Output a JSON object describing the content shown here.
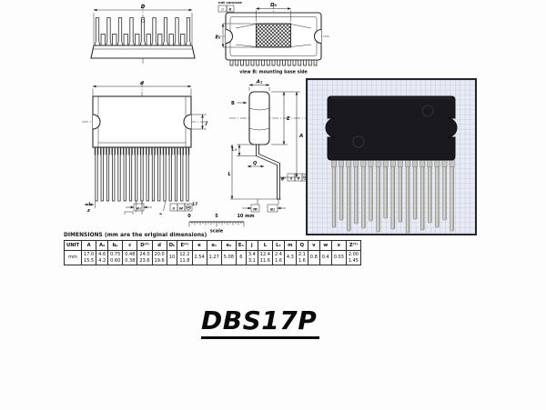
{
  "part": {
    "label": "DBS17P"
  },
  "pins": {
    "count": 17
  },
  "colors": {
    "line": "#2b2b2b",
    "paper": "#e8ebf3",
    "grid_line": "#a9b5d4",
    "ic_body": "#1a1a1e",
    "pin_light": "#e0e0d8",
    "pin_dark": "#8e8e86"
  },
  "views": {
    "top": {
      "dim_d": "D"
    },
    "mounting_base": {
      "note": "not concave",
      "flatness_symbol": "▱",
      "flatness_value": "x",
      "dim_dh": "Dₕ",
      "dim_eh": "Eₕ",
      "caption": "view B: mounting base side"
    },
    "front": {
      "dim_d": "d",
      "dim_j": "j",
      "pin_first": "1",
      "pin_last": "17",
      "dim_z": "z",
      "dim_e1": "e₁",
      "dim_e": "e",
      "dim_bp": "bₚ",
      "tol_symbol": "⌀",
      "tol_value": "w",
      "tol_modifier": "M"
    },
    "side": {
      "dim_a2": "A₂",
      "label_b": "B",
      "dim_e_body": "E",
      "dim_a": "A",
      "dim_l3": "L₃",
      "dim_l": "L",
      "dim_q": "Q",
      "dim_c": "c",
      "tol_symbol": "⌀",
      "tol_value": "v",
      "tol_modifier": "M",
      "dim_m": "m",
      "dim_e2": "e₂"
    },
    "scale": {
      "tick_0": "0",
      "tick_5": "5",
      "tick_10": "10 mm",
      "label": "scale"
    }
  },
  "table": {
    "title": "DIMENSIONS (mm are the original dimensions)",
    "headers": [
      "UNIT",
      "A",
      "A₂",
      "bₚ",
      "c",
      "D⁽¹⁾",
      "d",
      "Dₕ",
      "E⁽¹⁾",
      "e",
      "e₁",
      "e₂",
      "Eₕ",
      "j",
      "L",
      "L₃",
      "m",
      "Q",
      "v",
      "w",
      "x",
      "Z⁽¹⁾"
    ],
    "row": [
      "mm",
      "17.0\n15.5",
      "4.6\n4.2",
      "0.75\n0.60",
      "0.48\n0.38",
      "24.0\n23.6",
      "20.0\n19.6",
      "10",
      "12.2\n11.8",
      "2.54",
      "1.27",
      "5.08",
      "6",
      "3.4\n3.1",
      "12.4\n11.6",
      "2.4\n1.6",
      "4.3",
      "2.1\n1.6",
      "0.8",
      "0.4",
      "0.03",
      "2.00\n1.45"
    ]
  }
}
